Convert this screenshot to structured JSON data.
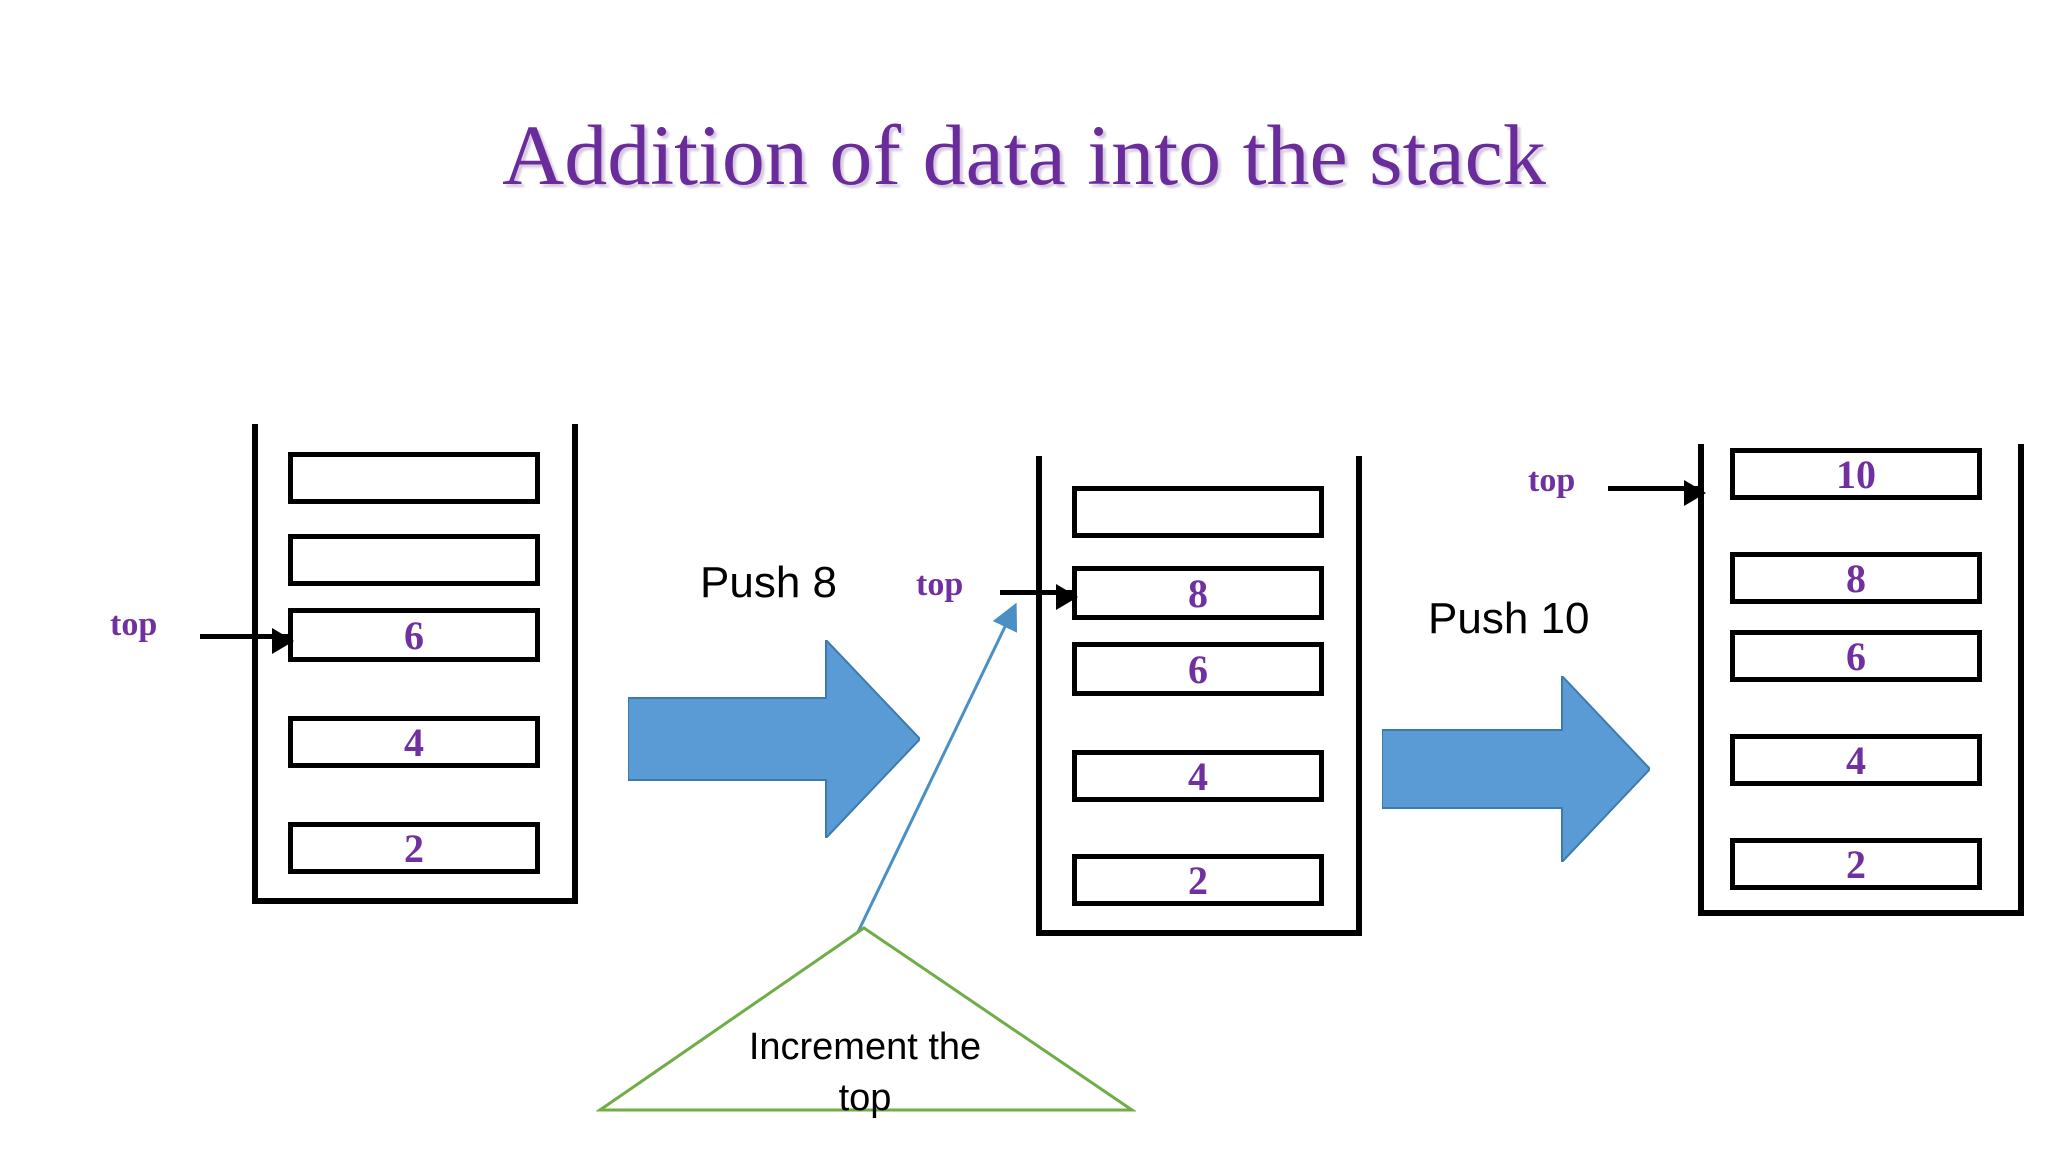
{
  "slide": {
    "title": "Addition of data into the stack",
    "background_color": "#FFFFFF"
  },
  "colors": {
    "title_purple": "#6A2C9B",
    "value_purple": "#7030A0",
    "arrow_blue": "#5B9BD5",
    "diagonal_blue": "#4A90C4",
    "triangle_green": "#70AD47",
    "outline_black": "#000000"
  },
  "stacks": [
    {
      "id": "stack-before",
      "top_label": "top",
      "top_points_to_index": 2,
      "cells": [
        {
          "value": "",
          "filled": false
        },
        {
          "value": "",
          "filled": false
        },
        {
          "value": "6",
          "filled": true
        },
        {
          "value": "4",
          "filled": true
        },
        {
          "value": "2",
          "filled": true
        }
      ]
    },
    {
      "id": "stack-after-push8",
      "top_label": "top",
      "top_points_to_index": 1,
      "cells": [
        {
          "value": "",
          "filled": false
        },
        {
          "value": "8",
          "filled": true
        },
        {
          "value": "6",
          "filled": true
        },
        {
          "value": "4",
          "filled": true
        },
        {
          "value": "2",
          "filled": true
        }
      ]
    },
    {
      "id": "stack-after-push10",
      "top_label": "top",
      "top_points_to_index": 0,
      "cells": [
        {
          "value": "10",
          "filled": true
        },
        {
          "value": "8",
          "filled": true
        },
        {
          "value": "6",
          "filled": true
        },
        {
          "value": "4",
          "filled": true
        },
        {
          "value": "2",
          "filled": true
        }
      ]
    }
  ],
  "transitions": [
    {
      "id": "push-8",
      "label": "Push 8"
    },
    {
      "id": "push-10",
      "label": "Push 10"
    }
  ],
  "callout": {
    "line1": "Increment the",
    "line2": "top",
    "shape": "triangle"
  }
}
